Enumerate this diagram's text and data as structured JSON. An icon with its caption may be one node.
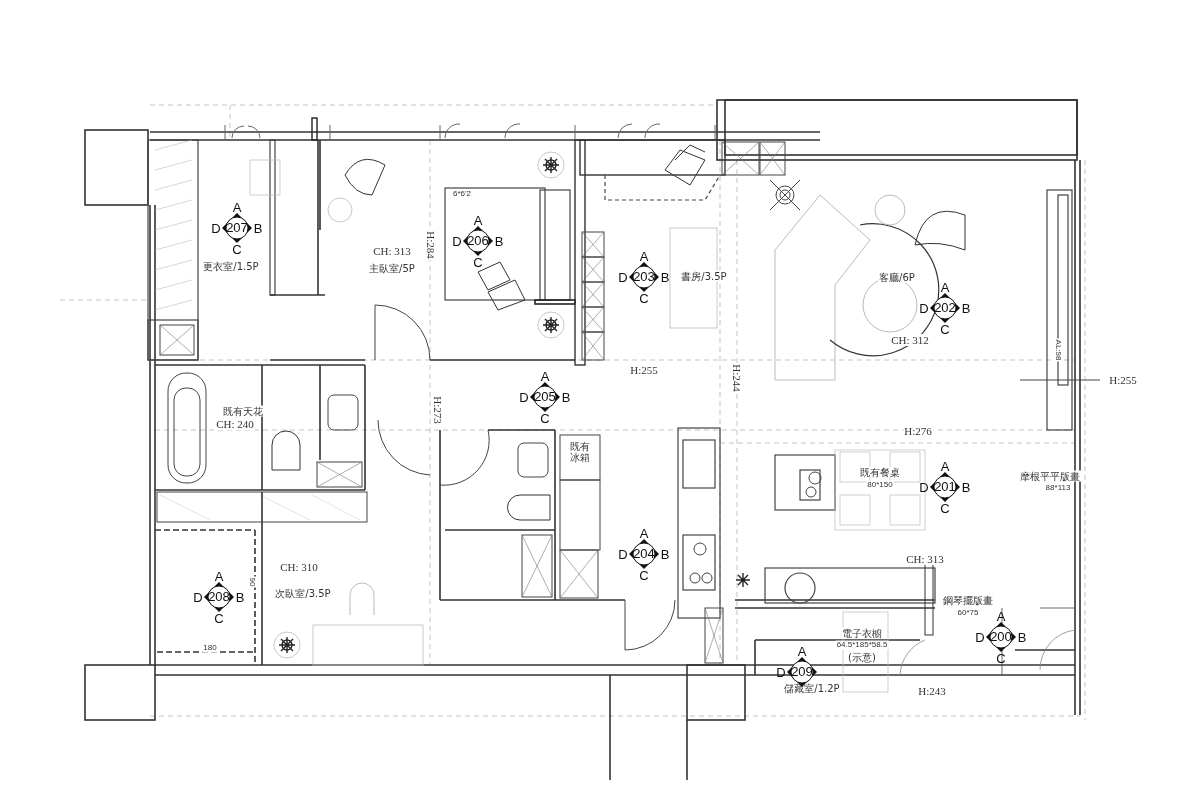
{
  "diagram": {
    "nodes": [
      {
        "text": [
          "207"
        ],
        "beside": [
          "A",
          "B",
          "C",
          "D"
        ]
      },
      {
        "text": [
          "206"
        ],
        "beside": [
          "A",
          "B",
          "C",
          "D"
        ]
      },
      {
        "text": [
          "203"
        ],
        "beside": [
          "A",
          "B",
          "C",
          "D"
        ]
      },
      {
        "text": [
          "202"
        ],
        "beside": [
          "A",
          "B",
          "C",
          "D"
        ]
      },
      {
        "text": [
          "205"
        ],
        "beside": [
          "A",
          "B",
          "C",
          "D"
        ]
      },
      {
        "text": [
          "201"
        ],
        "beside": [
          "A",
          "B",
          "C",
          "D"
        ]
      },
      {
        "text": [
          "208"
        ],
        "beside": [
          "A",
          "B",
          "C",
          "D"
        ]
      },
      {
        "text": [
          "204"
        ],
        "beside": [
          "A",
          "B",
          "C",
          "D"
        ]
      },
      {
        "text": [
          "200"
        ],
        "beside": [
          "A",
          "B",
          "C",
          "D"
        ]
      },
      {
        "text": [
          "209"
        ],
        "beside": [
          "A",
          "D"
        ]
      }
    ],
    "labels": [
      "6*6'2",
      "更衣室/1.5P",
      "CH: 313",
      "主臥室/5P",
      "H:284",
      "書房/3.5P",
      "客廳/6P",
      "CH: 312",
      "AL:98",
      "H:255",
      "H:244",
      "H:255",
      "既有天花",
      "CH: 240",
      "H:273",
      "既有冰箱",
      "H:276",
      "既有餐桌",
      "80*150",
      "摩根平平版畫",
      "88*113",
      "CH: 310",
      "次臥室/3.5P",
      "90",
      "CH: 313",
      "鋼琴擺版畫",
      "60*75",
      "電子衣櫥",
      "64.5*185*58.5",
      "(示意)",
      "180",
      "儲藏室/1.2P",
      "H:243"
    ]
  }
}
